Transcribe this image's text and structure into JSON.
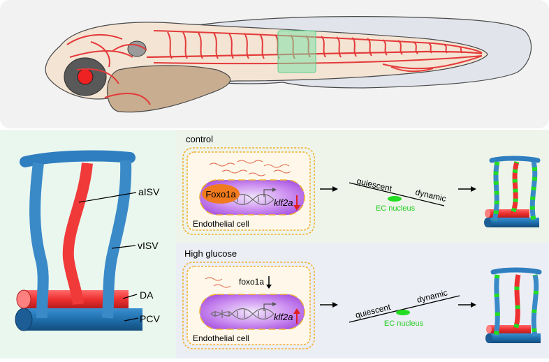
{
  "labels": {
    "aisv": "aISV",
    "visv": "vISV",
    "da": "DA",
    "pcv": "PCV"
  },
  "control": {
    "heading": "control",
    "cell_label": "Endothelial cell",
    "protein": "Foxo1a",
    "gene": "klf2a",
    "gene_change": "down",
    "quiescent": "quiescent",
    "dynamic": "dynamic",
    "nucleus": "EC nucleus"
  },
  "glucose": {
    "heading": "High glucose",
    "cell_label": "Endothelial cell",
    "foxo": "foxo1a",
    "foxo_change": "down",
    "gene": "klf2a",
    "gene_change": "up",
    "quiescent": "quiescent",
    "dynamic": "dynamic",
    "nucleus": "EC nucleus"
  },
  "colors": {
    "artery": "#ee3030",
    "vein": "#2f86c4",
    "nucleus_green": "#22dd22",
    "cell_border": "#f2b233",
    "panel_top": "#f2f2f2",
    "panel_left": "#eaf7ef",
    "panel_control": "#eef4ea",
    "panel_glucose": "#eceef5"
  }
}
